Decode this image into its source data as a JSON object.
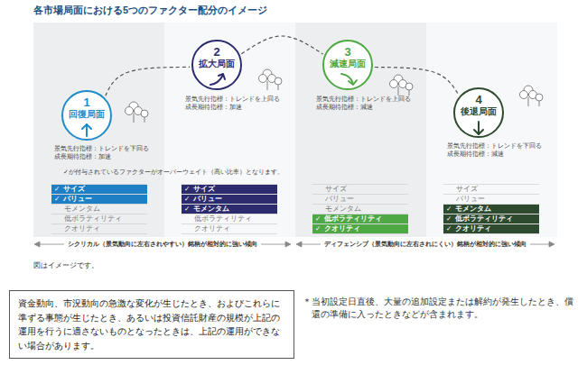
{
  "diagram": {
    "title": "各市場局面における5つのファクター配分のイメージ",
    "caption": "図はイメージです。",
    "nodes": [
      {
        "text": [
          "1",
          "回復局面"
        ]
      },
      {
        "text": [
          "2",
          "拡大局面"
        ]
      },
      {
        "text": [
          "3",
          "減速局面"
        ]
      },
      {
        "text": [
          "4",
          "後退局面"
        ]
      },
      {
        "text": [
          "✓",
          "サイズ"
        ]
      },
      {
        "text": [
          "✓",
          "バリュー"
        ]
      },
      {
        "text": [
          "✓",
          "サイズ"
        ]
      },
      {
        "text": [
          "✓",
          "バリュー"
        ]
      },
      {
        "text": [
          "✓",
          "モメンタム"
        ]
      },
      {
        "text": [
          "✓",
          "低ボラティリティ"
        ]
      },
      {
        "text": [
          "✓",
          "クオリティ"
        ]
      },
      {
        "text": [
          "✓",
          "モメンタム"
        ]
      },
      {
        "text": [
          "✓",
          "低ボラティリティ"
        ]
      },
      {
        "text": [
          "✓",
          "クオリティ"
        ]
      },
      {
        "text": [
          "資金動向、市況動向の急激な変化が生じたとき、およびこれらに準ずる事態が生じたとき、あるいは投資信託財産の規模が上記の運用を行うに適さないものとなったときは、上記の運用ができない場合があります。"
        ]
      }
    ],
    "edges": [
      {
        "from": 0,
        "to": 1,
        "arrow": "none"
      },
      {
        "from": 1,
        "to": 2,
        "arrow": "none"
      },
      {
        "from": 2,
        "to": 3,
        "arrow": "none"
      }
    ],
    "labels": [
      "景気先行指標：トレンドを下回る",
      "成長期待指標：加速",
      "✓が付与されているファクターがオーバーウェイト（高い比率）となります。",
      "モメンタム",
      "低ボラティリティ",
      "クオリティ",
      "景気先行指標：トレンドを上回る",
      "成長期待指標：加速",
      "低ボラティリティ",
      "クオリティ",
      "景気先行指標：トレンドを上回る",
      "成長期待指標：減速",
      "サイズ",
      "バリュー",
      "モメンタム",
      "景気先行指標：トレンドを下回る",
      "成長期待指標：減速",
      "サイズ",
      "バリュー",
      "シクリカル（景気動向に左右されやすい）銘柄が相対的に強い傾向",
      "ディフェンシブ（景気動向に左右されにくい）銘柄が相対的に強い傾向",
      "＊当初設定日直後、大量の追加設定または解約が発生したとき、償還の準備に入ったときなどが含まれます。"
    ]
  }
}
